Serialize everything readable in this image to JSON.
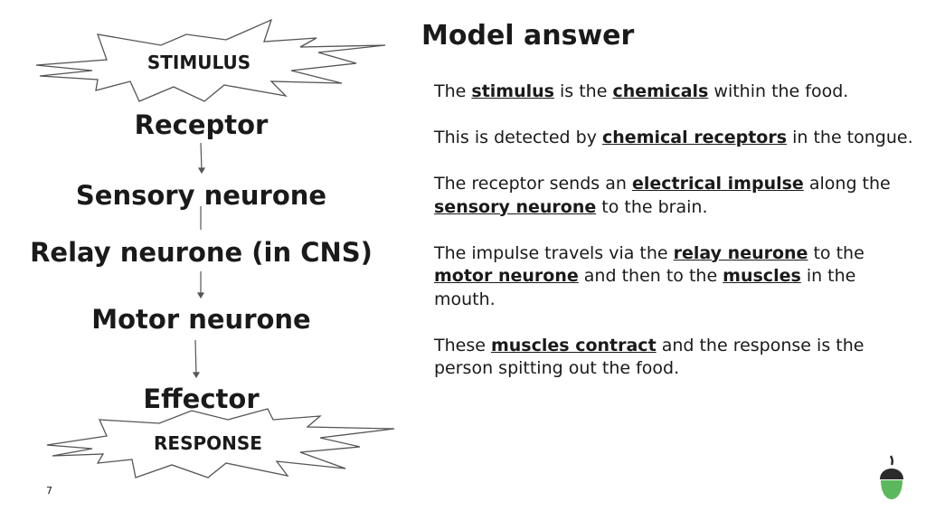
{
  "flowchart": {
    "stimulus": "STIMULUS",
    "steps": [
      "Receptor",
      "Sensory neurone",
      "Relay neurone (in CNS)",
      "Motor neurone",
      "Effector"
    ],
    "response": "RESPONSE"
  },
  "answer": {
    "title": "Model answer",
    "paragraphs": [
      [
        {
          "t": "The "
        },
        {
          "t": "stimulus",
          "b": true
        },
        {
          "t": " is the "
        },
        {
          "t": "chemicals",
          "b": true
        },
        {
          "t": " within the food."
        }
      ],
      [
        {
          "t": "This is detected by "
        },
        {
          "t": "chemical receptors",
          "b": true
        },
        {
          "t": " in the tongue."
        }
      ],
      [
        {
          "t": "The receptor sends an "
        },
        {
          "t": "electrical impulse",
          "b": true
        },
        {
          "t": " along the "
        },
        {
          "t": "sensory neurone",
          "b": true
        },
        {
          "t": " to the brain."
        }
      ],
      [
        {
          "t": "The impulse travels via the "
        },
        {
          "t": "relay neurone",
          "b": true
        },
        {
          "t": " to the "
        },
        {
          "t": "motor neurone",
          "b": true
        },
        {
          "t": " and then to the "
        },
        {
          "t": "muscles",
          "b": true
        },
        {
          "t": " in the mouth."
        }
      ],
      [
        {
          "t": "These "
        },
        {
          "t": "muscles contract",
          "b": true
        },
        {
          "t": " and the response is the person spitting out the food."
        }
      ]
    ]
  },
  "page_number": "7",
  "colors": {
    "text": "#1a1a1a",
    "logo_green": "#5cb85c",
    "logo_dark": "#2b2b2b"
  }
}
